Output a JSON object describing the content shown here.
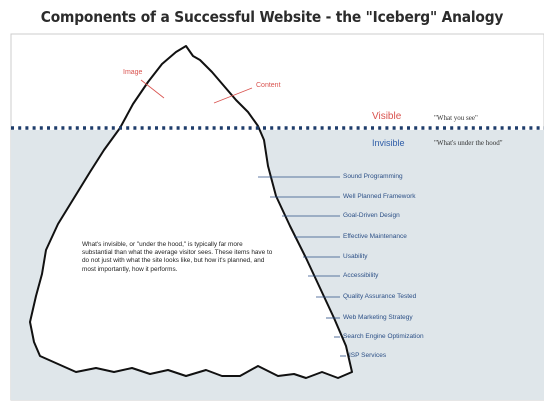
{
  "title": "Components of a Successful Website - the \"Iceberg\" Analogy",
  "above_labels": {
    "image": "Image",
    "content": "Content"
  },
  "waterline": {
    "visible_word": "Visible",
    "visible_quote": "\"What you see\"",
    "invisible_word": "Invisible",
    "invisible_quote": "\"What's under the hood\""
  },
  "components": [
    "Sound Programming",
    "Well Planned Framework",
    "Goal-Driven Design",
    "Effective Maintenance",
    "Usability",
    "Accessibility",
    "Quality Assurance Tested",
    "Web Marketing Strategy",
    "Search Engine Optimization",
    "ISP Services"
  ],
  "explanation": "What's invisible, or \"under the hood,\" is typically far more substantial than what the average visitor sees. These items have to do not just with what the site looks like, but how it's planned, and most importantly, how it performs.",
  "colors": {
    "water": "#dfe6ea",
    "waterline_dots": "#1f3d6b",
    "accent_red": "#d9534f",
    "accent_blue": "#2e5da8"
  }
}
